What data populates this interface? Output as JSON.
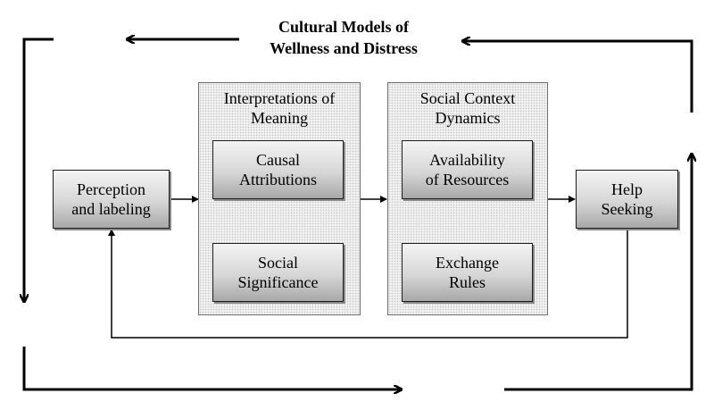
{
  "title": {
    "line1": "Cultural Models of",
    "line2": "Wellness and Distress"
  },
  "groups": {
    "interpretations": {
      "line1": "Interpretations of",
      "line2": "Meaning"
    },
    "social_context": {
      "line1": "Social Context",
      "line2": "Dynamics"
    }
  },
  "boxes": {
    "perception": {
      "line1": "Perception",
      "line2": "and labeling"
    },
    "causal": {
      "line1": "Causal",
      "line2": "Attributions"
    },
    "significance": {
      "line1": "Social",
      "line2": "Significance"
    },
    "availability": {
      "line1": "Availability",
      "line2": "of Resources"
    },
    "exchange": {
      "line1": "Exchange",
      "line2": "Rules"
    },
    "help": {
      "line1": "Help",
      "line2": "Seeking"
    }
  }
}
